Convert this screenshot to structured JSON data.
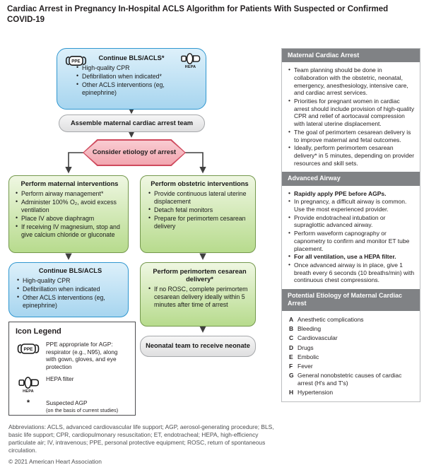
{
  "title": "Cardiac Arrest in Pregnancy In-Hospital ACLS Algorithm for Patients With Suspected or Confirmed COVID-19",
  "icons": {
    "ppe_label": "PPE",
    "hepa_label": "HEPA"
  },
  "colors": {
    "blue_box": "#a7d5ef",
    "blue_border": "#2f96cf",
    "green_box": "#b7db8d",
    "green_border": "#74984d",
    "pink_box": "#f2a6b0",
    "pink_border": "#cf4a5d",
    "gray_header": "#808285",
    "arrow": "#404040"
  },
  "flowchart": {
    "continue_bls_top": {
      "heading": "Continue BLS/ACLS*",
      "items": [
        "High-quality CPR",
        "Defibrillation when indicated*",
        "Other ACLS interventions (eg, epinephrine)"
      ]
    },
    "assemble_team": {
      "label": "Assemble maternal cardiac arrest team"
    },
    "consider_etiology": {
      "label": "Consider etiology of arrest"
    },
    "maternal_interventions": {
      "heading": "Perform maternal interventions",
      "items": [
        "Perform airway management*",
        "Administer 100% O₂, avoid excess ventilation",
        "Place IV above diaphragm",
        "If receiving IV magnesium, stop and give calcium chloride or gluconate"
      ]
    },
    "obstetric_interventions": {
      "heading": "Perform obstetric interventions",
      "items": [
        "Provide continuous lateral uterine displacement",
        "Detach fetal monitors",
        "Prepare for perimortem cesarean delivery"
      ]
    },
    "continue_bls_bottom": {
      "heading": "Continue BLS/ACLS",
      "items": [
        "High-quality CPR",
        "Defibrillation when indicated",
        "Other ACLS interventions (eg, epinephrine)"
      ]
    },
    "perimortem_delivery": {
      "heading": "Perform perimortem cesarean delivery*",
      "items": [
        "If no ROSC, complete perimortem cesarean delivery ideally within 5 minutes after time of arrest"
      ]
    },
    "neonatal_team": {
      "label": "Neonatal team to receive neonate"
    }
  },
  "legend": {
    "heading": "Icon Legend",
    "ppe_text": "PPE appropriate for AGP: respirator (e.g., N95), along with gown, gloves, and eye protection",
    "hepa_text": "HEPA filter",
    "agp_symbol": "*",
    "agp_text": "Suspected AGP",
    "agp_note": "(on the basis of current studies)"
  },
  "sidebar": {
    "maternal": {
      "heading": "Maternal Cardiac Arrest",
      "items": [
        "Team planning should be done in collaboration with the obstetric, neonatal, emergency, anesthesiology, intensive care, and cardiac arrest services.",
        "Priorities for pregnant women in cardiac arrest should include provision of high-quality CPR and relief of aortocaval compression with lateral uterine displacement.",
        "The goal of perimortem cesarean delivery is to improve maternal and fetal outcomes.",
        "Ideally, perform perimortem cesarean delivery* in 5 minutes, depending on provider resources and skill sets."
      ]
    },
    "airway": {
      "heading": "Advanced Airway",
      "items": [
        {
          "text": "Rapidly apply PPE before AGPs.",
          "bold": true
        },
        {
          "text": "In pregnancy, a difficult airway is common. Use the most experienced provider.",
          "bold": false
        },
        {
          "text": "Provide endotracheal intubation or supraglottic advanced airway.",
          "bold": false
        },
        {
          "text": "Perform waveform capnography or capnometry to confirm and monitor ET tube placement.",
          "bold": false
        },
        {
          "text": "For all ventilation, use a HEPA filter.",
          "bold": true
        },
        {
          "text": "Once advanced airway is in place, give 1 breath every 6 seconds (10 breaths/min) with continuous chest compressions.",
          "bold": false
        }
      ]
    },
    "etiology": {
      "heading": "Potential Etiology of Maternal Cardiac Arrest",
      "items": [
        {
          "letter": "A",
          "text": "Anesthetic complications"
        },
        {
          "letter": "B",
          "text": "Bleeding"
        },
        {
          "letter": "C",
          "text": "Cardiovascular"
        },
        {
          "letter": "D",
          "text": "Drugs"
        },
        {
          "letter": "E",
          "text": "Embolic"
        },
        {
          "letter": "F",
          "text": "Fever"
        },
        {
          "letter": "G",
          "text": "General nonobstetric causes of cardiac arrest (H's and T's)"
        },
        {
          "letter": "H",
          "text": "Hypertension"
        }
      ]
    }
  },
  "footer": {
    "abbreviations": "Abbreviations: ACLS, advanced cardiovascular life support; AGP, aerosol-generating procedure; BLS, basic life support; CPR, cardiopulmonary resuscitation; ET, endotracheal; HEPA, high-efficiency particulate air; IV, intravenous; PPE, personal protective equipment; ROSC, return of spontaneous circulation.",
    "copyright": "© 2021 American Heart Association"
  }
}
